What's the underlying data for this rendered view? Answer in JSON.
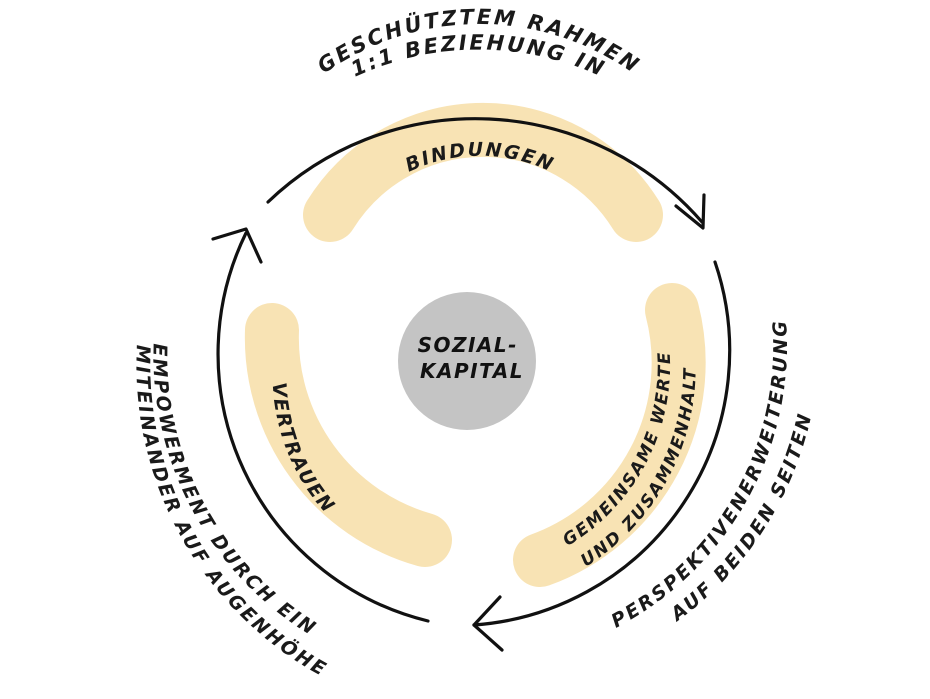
{
  "center": {
    "line1": "SOZIAL-",
    "line2": "KAPITAL"
  },
  "bands": {
    "top": "BINDUNGEN",
    "left": "VERTRAUEN",
    "right_line1": "GEMEINSAME WERTE",
    "right_line2": "UND ZUSAMMENHALT"
  },
  "outer": {
    "top_line1": "1:1 BEZIEHUNG IN",
    "top_line2": "GESCHÜTZTEM RAHMEN",
    "left_line1": "EMPOWERMENT DURCH EIN",
    "left_line2": "MITEINANDER AUF AUGENHÖHE",
    "right_line1": "PERSPEKTIVENERWEITERUNG",
    "right_line2": "AUF BEIDEN SEITEN"
  },
  "colors": {
    "band": "#f8e3b4",
    "center_circle": "#c4c4c4",
    "stroke": "#111111"
  }
}
